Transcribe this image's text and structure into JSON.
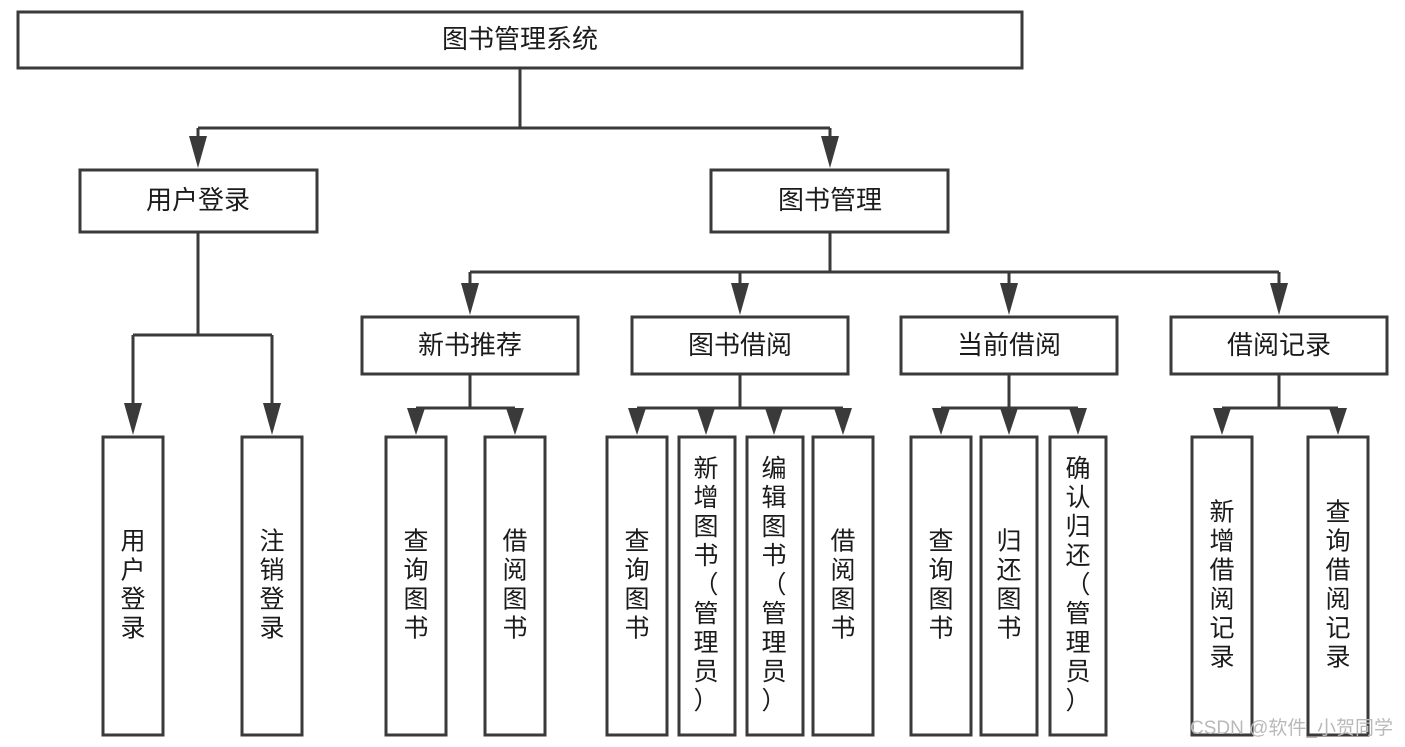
{
  "diagram": {
    "title": "图书管理系统",
    "type": "hierarchy-tree",
    "root": {
      "id": "root",
      "label": "图书管理系统"
    },
    "level2": [
      {
        "id": "user-login",
        "label": "用户登录"
      },
      {
        "id": "book-manage",
        "label": "图书管理"
      }
    ],
    "level3": [
      {
        "id": "new-book-recommend",
        "label": "新书推荐",
        "parent": "book-manage"
      },
      {
        "id": "book-borrow",
        "label": "图书借阅",
        "parent": "book-manage"
      },
      {
        "id": "current-borrow",
        "label": "当前借阅",
        "parent": "book-manage"
      },
      {
        "id": "borrow-record",
        "label": "借阅记录",
        "parent": "book-manage"
      }
    ],
    "leaves": [
      {
        "id": "leaf-user-login",
        "label": "用户登录",
        "parent": "user-login"
      },
      {
        "id": "leaf-user-logout",
        "label": "注销登录",
        "parent": "user-login"
      },
      {
        "id": "leaf-query-book-1",
        "label": "查询图书",
        "parent": "new-book-recommend"
      },
      {
        "id": "leaf-borrow-book-1",
        "label": "借阅图书",
        "parent": "new-book-recommend"
      },
      {
        "id": "leaf-query-book-2",
        "label": "查询图书",
        "parent": "book-borrow"
      },
      {
        "id": "leaf-add-book",
        "label": "新增图书（管理员）",
        "parent": "book-borrow"
      },
      {
        "id": "leaf-edit-book",
        "label": "编辑图书（管理员）",
        "parent": "book-borrow"
      },
      {
        "id": "leaf-borrow-book-2",
        "label": "借阅图书",
        "parent": "book-borrow"
      },
      {
        "id": "leaf-query-book-3",
        "label": "查询图书",
        "parent": "current-borrow"
      },
      {
        "id": "leaf-return-book",
        "label": "归还图书",
        "parent": "current-borrow"
      },
      {
        "id": "leaf-confirm-return",
        "label": "确认归还（管理员）",
        "parent": "current-borrow"
      },
      {
        "id": "leaf-add-record",
        "label": "新增借阅记录",
        "parent": "borrow-record"
      },
      {
        "id": "leaf-query-record",
        "label": "查询借阅记录",
        "parent": "borrow-record"
      }
    ]
  },
  "watermark": {
    "text": "CSDN @软件_小贺同学"
  },
  "colors": {
    "stroke": "#3a3a3a",
    "fill": "#ffffff",
    "text": "#1b1b1b",
    "watermark": "#b9b9b9"
  }
}
